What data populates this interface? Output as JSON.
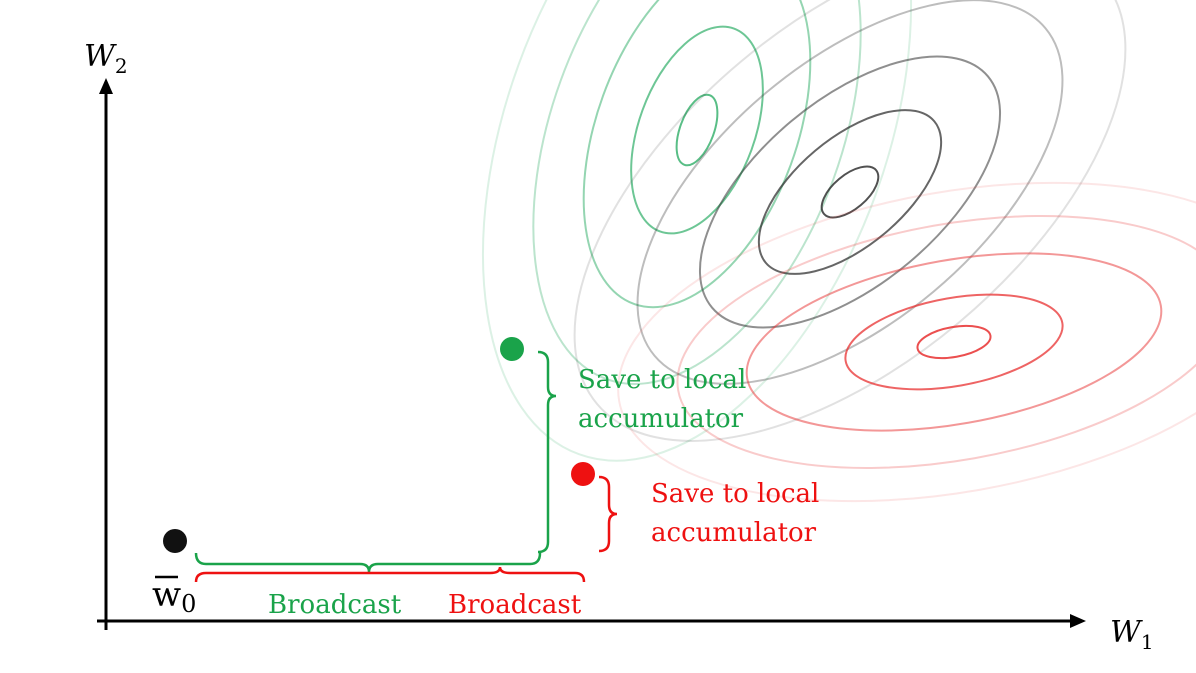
{
  "axes": {
    "x_label": "W",
    "x_subscript": "1",
    "y_label": "W",
    "y_subscript": "2"
  },
  "start_point": {
    "label": "w",
    "subscript": "0",
    "color": "#111111"
  },
  "green_worker": {
    "color": "#1aa34a",
    "contour_color": "#3cb371",
    "broadcast_label": "Broadcast",
    "save_label_line1": "Save to local",
    "save_label_line2": "accumulator"
  },
  "red_worker": {
    "color": "#ee1111",
    "contour_color": "#e83030",
    "broadcast_label": "Broadcast",
    "save_label_line1": "Save to local",
    "save_label_line2": "accumulator"
  },
  "global_contour_color": "#333333"
}
